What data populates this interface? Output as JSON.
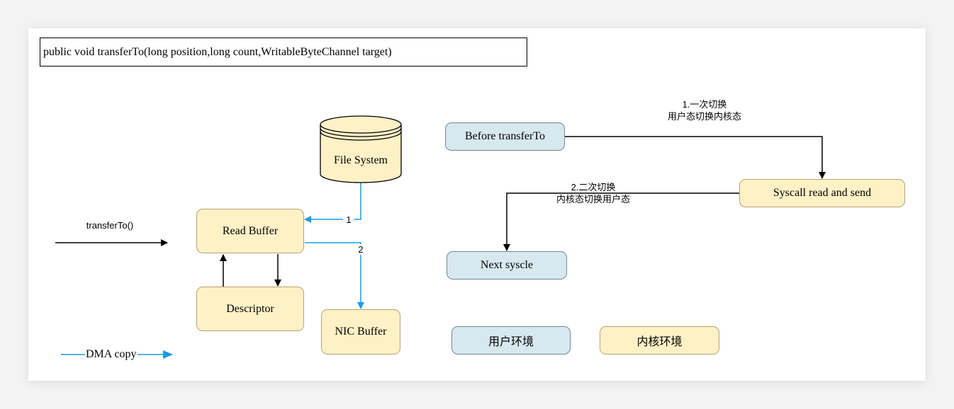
{
  "signature": "public void transferTo(long position,long count,WritableByteChannel target)",
  "nodes": {
    "file_system": "File System",
    "read_buffer": "Read Buffer",
    "descriptor": "Descriptor",
    "nic_buffer": "NIC Buffer",
    "before_transferto": "Before transferTo",
    "syscall_read_send": "Syscall read and send",
    "next_syscle": "Next syscle"
  },
  "labels": {
    "transferto_call": "transferTo()",
    "dma_step_1": "1",
    "dma_step_2": "2",
    "switch_1_title": "1.一次切换",
    "switch_1_desc": "用户态切换内核态",
    "switch_2_title": "2.二次切换",
    "switch_2_desc": "内核态切换用户态"
  },
  "legend": {
    "dma_copy": "DMA copy",
    "user_env": "用户环境",
    "kernel_env": "内核环境"
  },
  "colors": {
    "dma_line": "#1b9be0",
    "user_fill": "#d7e8ef",
    "kernel_fill": "#fff1c6"
  },
  "icons": {
    "file_system": "database-cylinder-icon"
  }
}
